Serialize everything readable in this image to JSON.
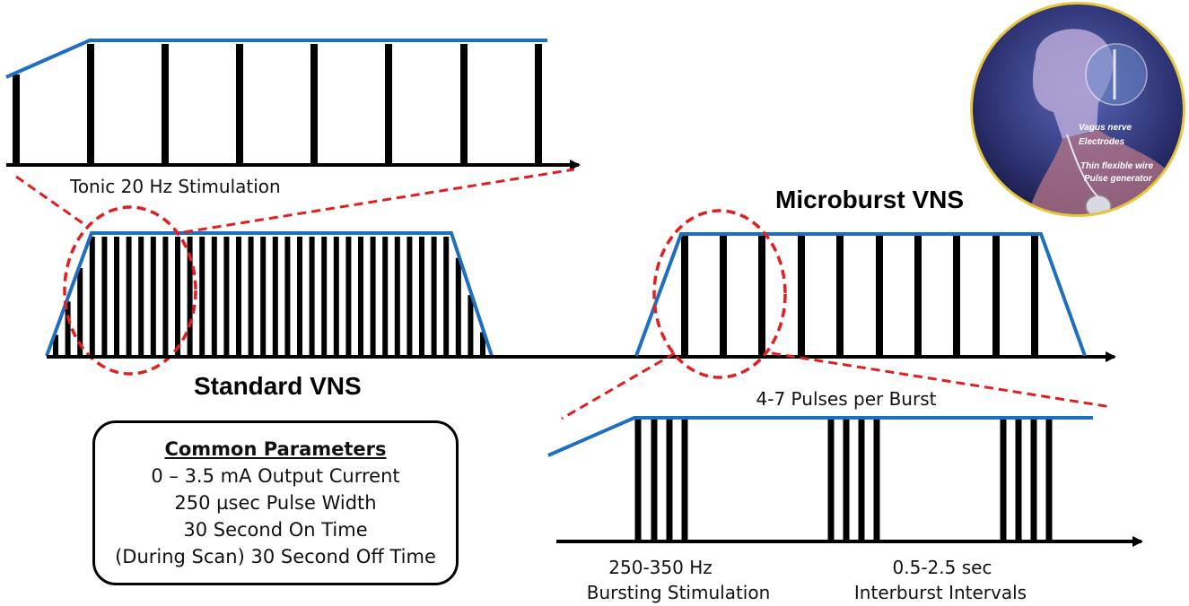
{
  "labels": {
    "tonic": "Tonic 20 Hz Stimulation",
    "standard": "Standard VNS",
    "microburst": "Microburst VNS",
    "pulses_per_burst": "4-7 Pulses per Burst",
    "bursting_freq": "250-350 Hz",
    "bursting_stim": "Bursting Stimulation",
    "interburst_time": "0.5-2.5 sec",
    "interburst_label": "Interburst Intervals"
  },
  "params": {
    "title": "Common Parameters",
    "lines": [
      "0 – 3.5 mA Output Current",
      "250 µsec Pulse Width",
      "30 Second On Time",
      "(During Scan) 30 Second Off Time"
    ]
  },
  "inset": {
    "vagus": "Vagus nerve",
    "electrodes": "Electrodes",
    "wire": "Thin flexible wire",
    "generator": "Pulse generator"
  },
  "colors": {
    "envelope": "#1f6fbf",
    "pulse": "#000000",
    "zoom": "#e02020",
    "inset_border": "#e8c53a"
  }
}
